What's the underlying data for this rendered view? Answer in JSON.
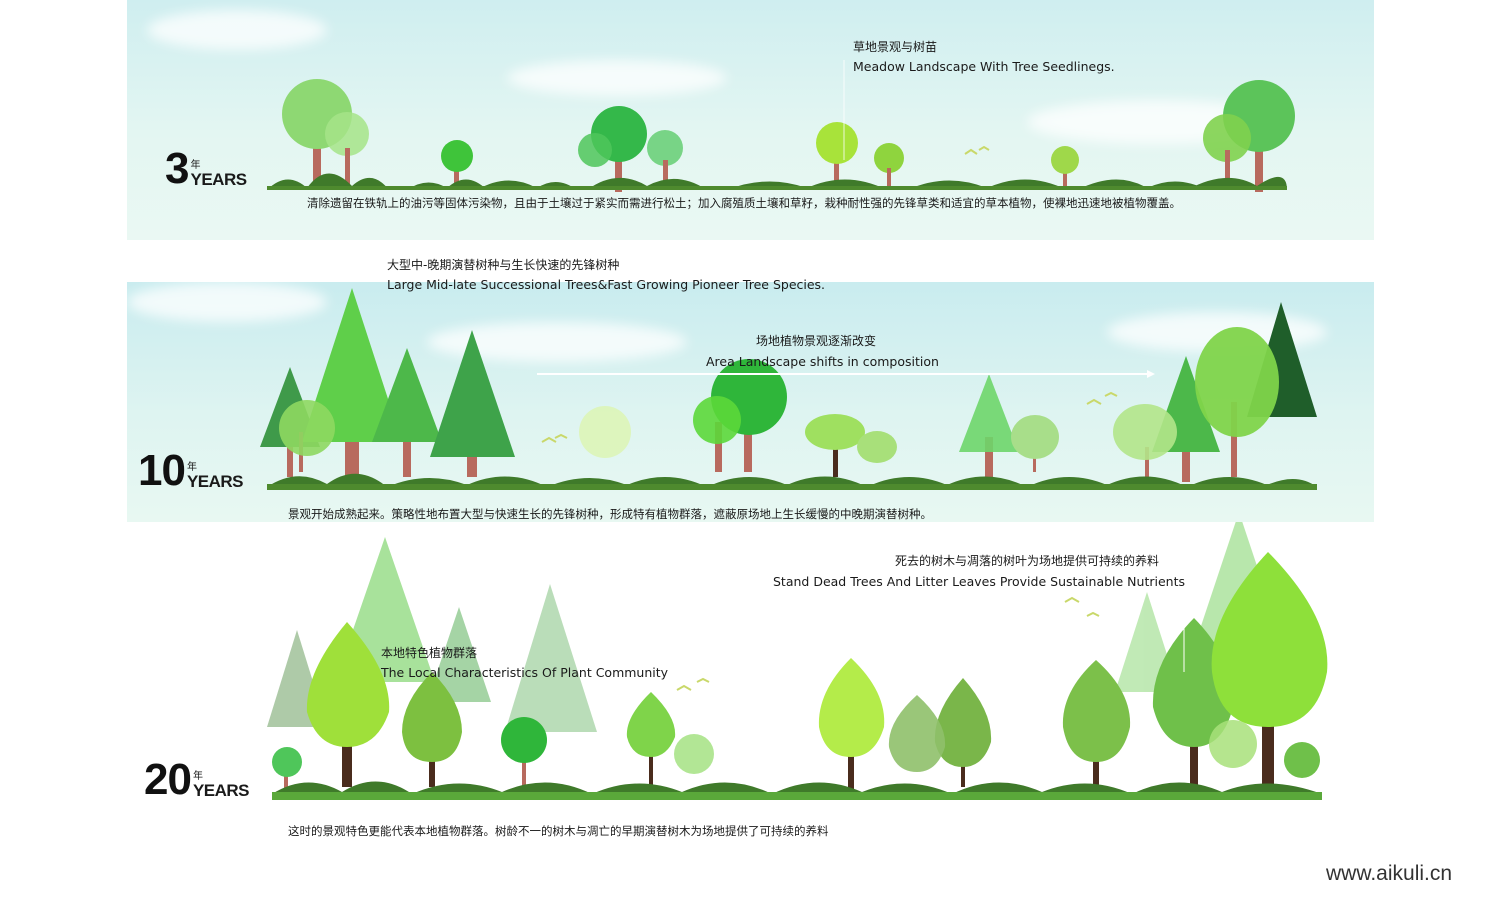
{
  "stages": [
    {
      "years_number": "3",
      "years_cn": "年",
      "years_en": "YEARS",
      "title_zh": "草地景观与树苗",
      "title_en": "Meadow Landscape With Tree Seedlinegs.",
      "description": "清除遗留在铁轨上的油污等固体污染物，且由于土壤过于紧实而需进行松土；加入腐殖质土壤和草籽，栽种耐性强的先锋草类和适宜的草本植物，使裸地迅速地被植物覆盖。"
    },
    {
      "years_number": "10",
      "years_cn": "年",
      "years_en": "YEARS",
      "title_zh": "大型中-晚期演替树种与生长快速的先锋树种",
      "title_en": "Large Mid-late Successional Trees&Fast Growing Pioneer Tree Species.",
      "title2_zh": "场地植物景观逐渐改变",
      "title2_en": "Area Landscape shifts in composition",
      "description": "景观开始成熟起来。策略性地布置大型与快速生长的先锋树种，形成特有植物群落，遮蔽原场地上生长缓慢的中晚期演替树种。"
    },
    {
      "years_number": "20",
      "years_cn": "年",
      "years_en": "YEARS",
      "title_zh": "本地特色植物群落",
      "title_en": "The Local Characteristics Of Plant Community",
      "title2_zh": "死去的树木与凋落的树叶为场地提供可持续的养料",
      "title2_en": "Stand Dead Trees And Litter Leaves Provide Sustainable Nutrients",
      "description": "这时的景观特色更能代表本地植物群落。树龄不一的树木与凋亡的早期演替树木为场地提供了可持续的养料"
    }
  ],
  "watermark": "www.aikuli.cn",
  "colors": {
    "light_green": "#9fe06a",
    "mid_green": "#5cc45a",
    "dark_green": "#2f7d36",
    "pine_green": "#3fa84a",
    "dark_pine": "#1f5e2a",
    "trunk": "#b86a5e",
    "dark_trunk": "#4a2c1d",
    "bush": "#3f7a2a"
  }
}
